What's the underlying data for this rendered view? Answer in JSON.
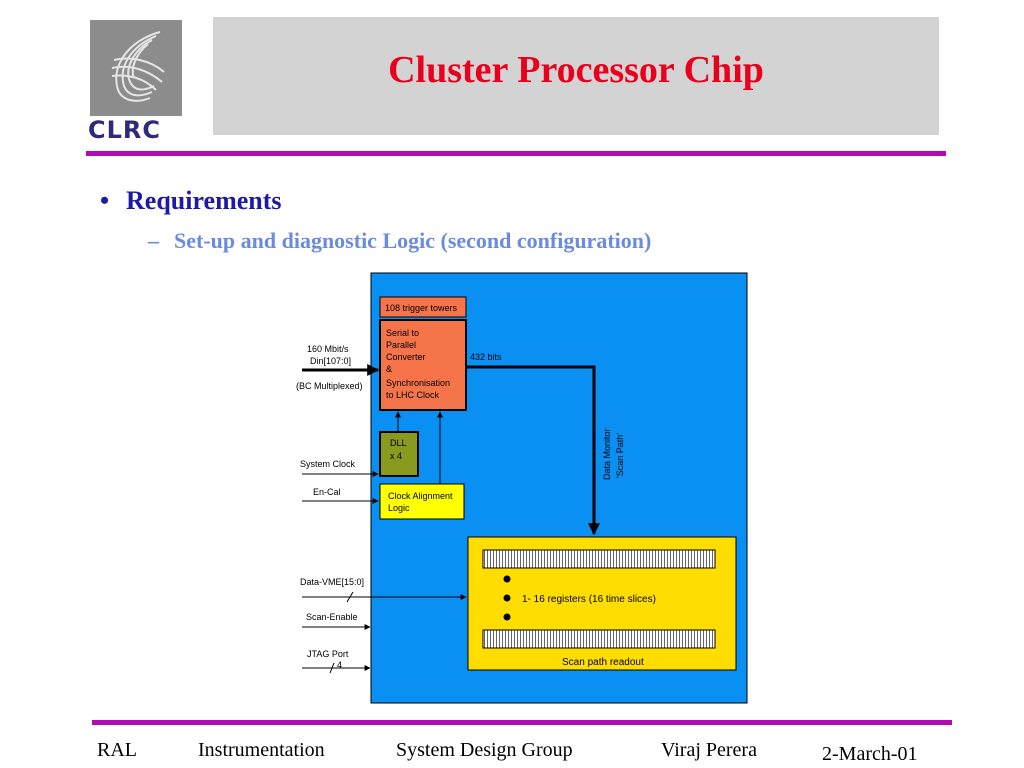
{
  "header": {
    "logo_text": "CLRC",
    "title": "Cluster Processor Chip"
  },
  "bullets": {
    "level1": "Requirements",
    "level2": "Set-up and diagnostic Logic (second configuration)"
  },
  "diagram": {
    "trigger_towers": "108 trigger towers",
    "converter_lines": [
      "Serial to",
      "Parallel",
      "Converter",
      "&",
      "Synchronisation",
      "to LHC Clock"
    ],
    "dll_lines": [
      "DLL",
      "x 4"
    ],
    "clock_align_lines": [
      "Clock Alignment",
      "Logic"
    ],
    "bits_label": "432 bits",
    "data_monitor_lines": [
      "Data Monitor",
      "'Scan Path'"
    ],
    "registers_label": "1- 16 registers (16 time slices)",
    "scan_readout": "Scan path readout",
    "inputs": {
      "din_rate": "160 Mbit/s",
      "din_bus": "Din[107:0]",
      "din_mux": "(BC Multiplexed)",
      "system_clock": "System Clock",
      "en_cal": "En-Cal",
      "data_vme": "Data-VME[15:0]",
      "scan_enable": "Scan-Enable",
      "jtag": "JTAG Port",
      "jtag_width": "4"
    },
    "colors": {
      "chip_bg": "#0a8ff2",
      "converter": "#f6744a",
      "dll": "#8a9a1e",
      "clock_align": "#ffff00",
      "readout": "#ffdd00"
    }
  },
  "footer": {
    "org": "RAL",
    "dept": "Instrumentation",
    "group": "System Design Group",
    "author": "Viraj Perera",
    "date": "2-March-01"
  }
}
